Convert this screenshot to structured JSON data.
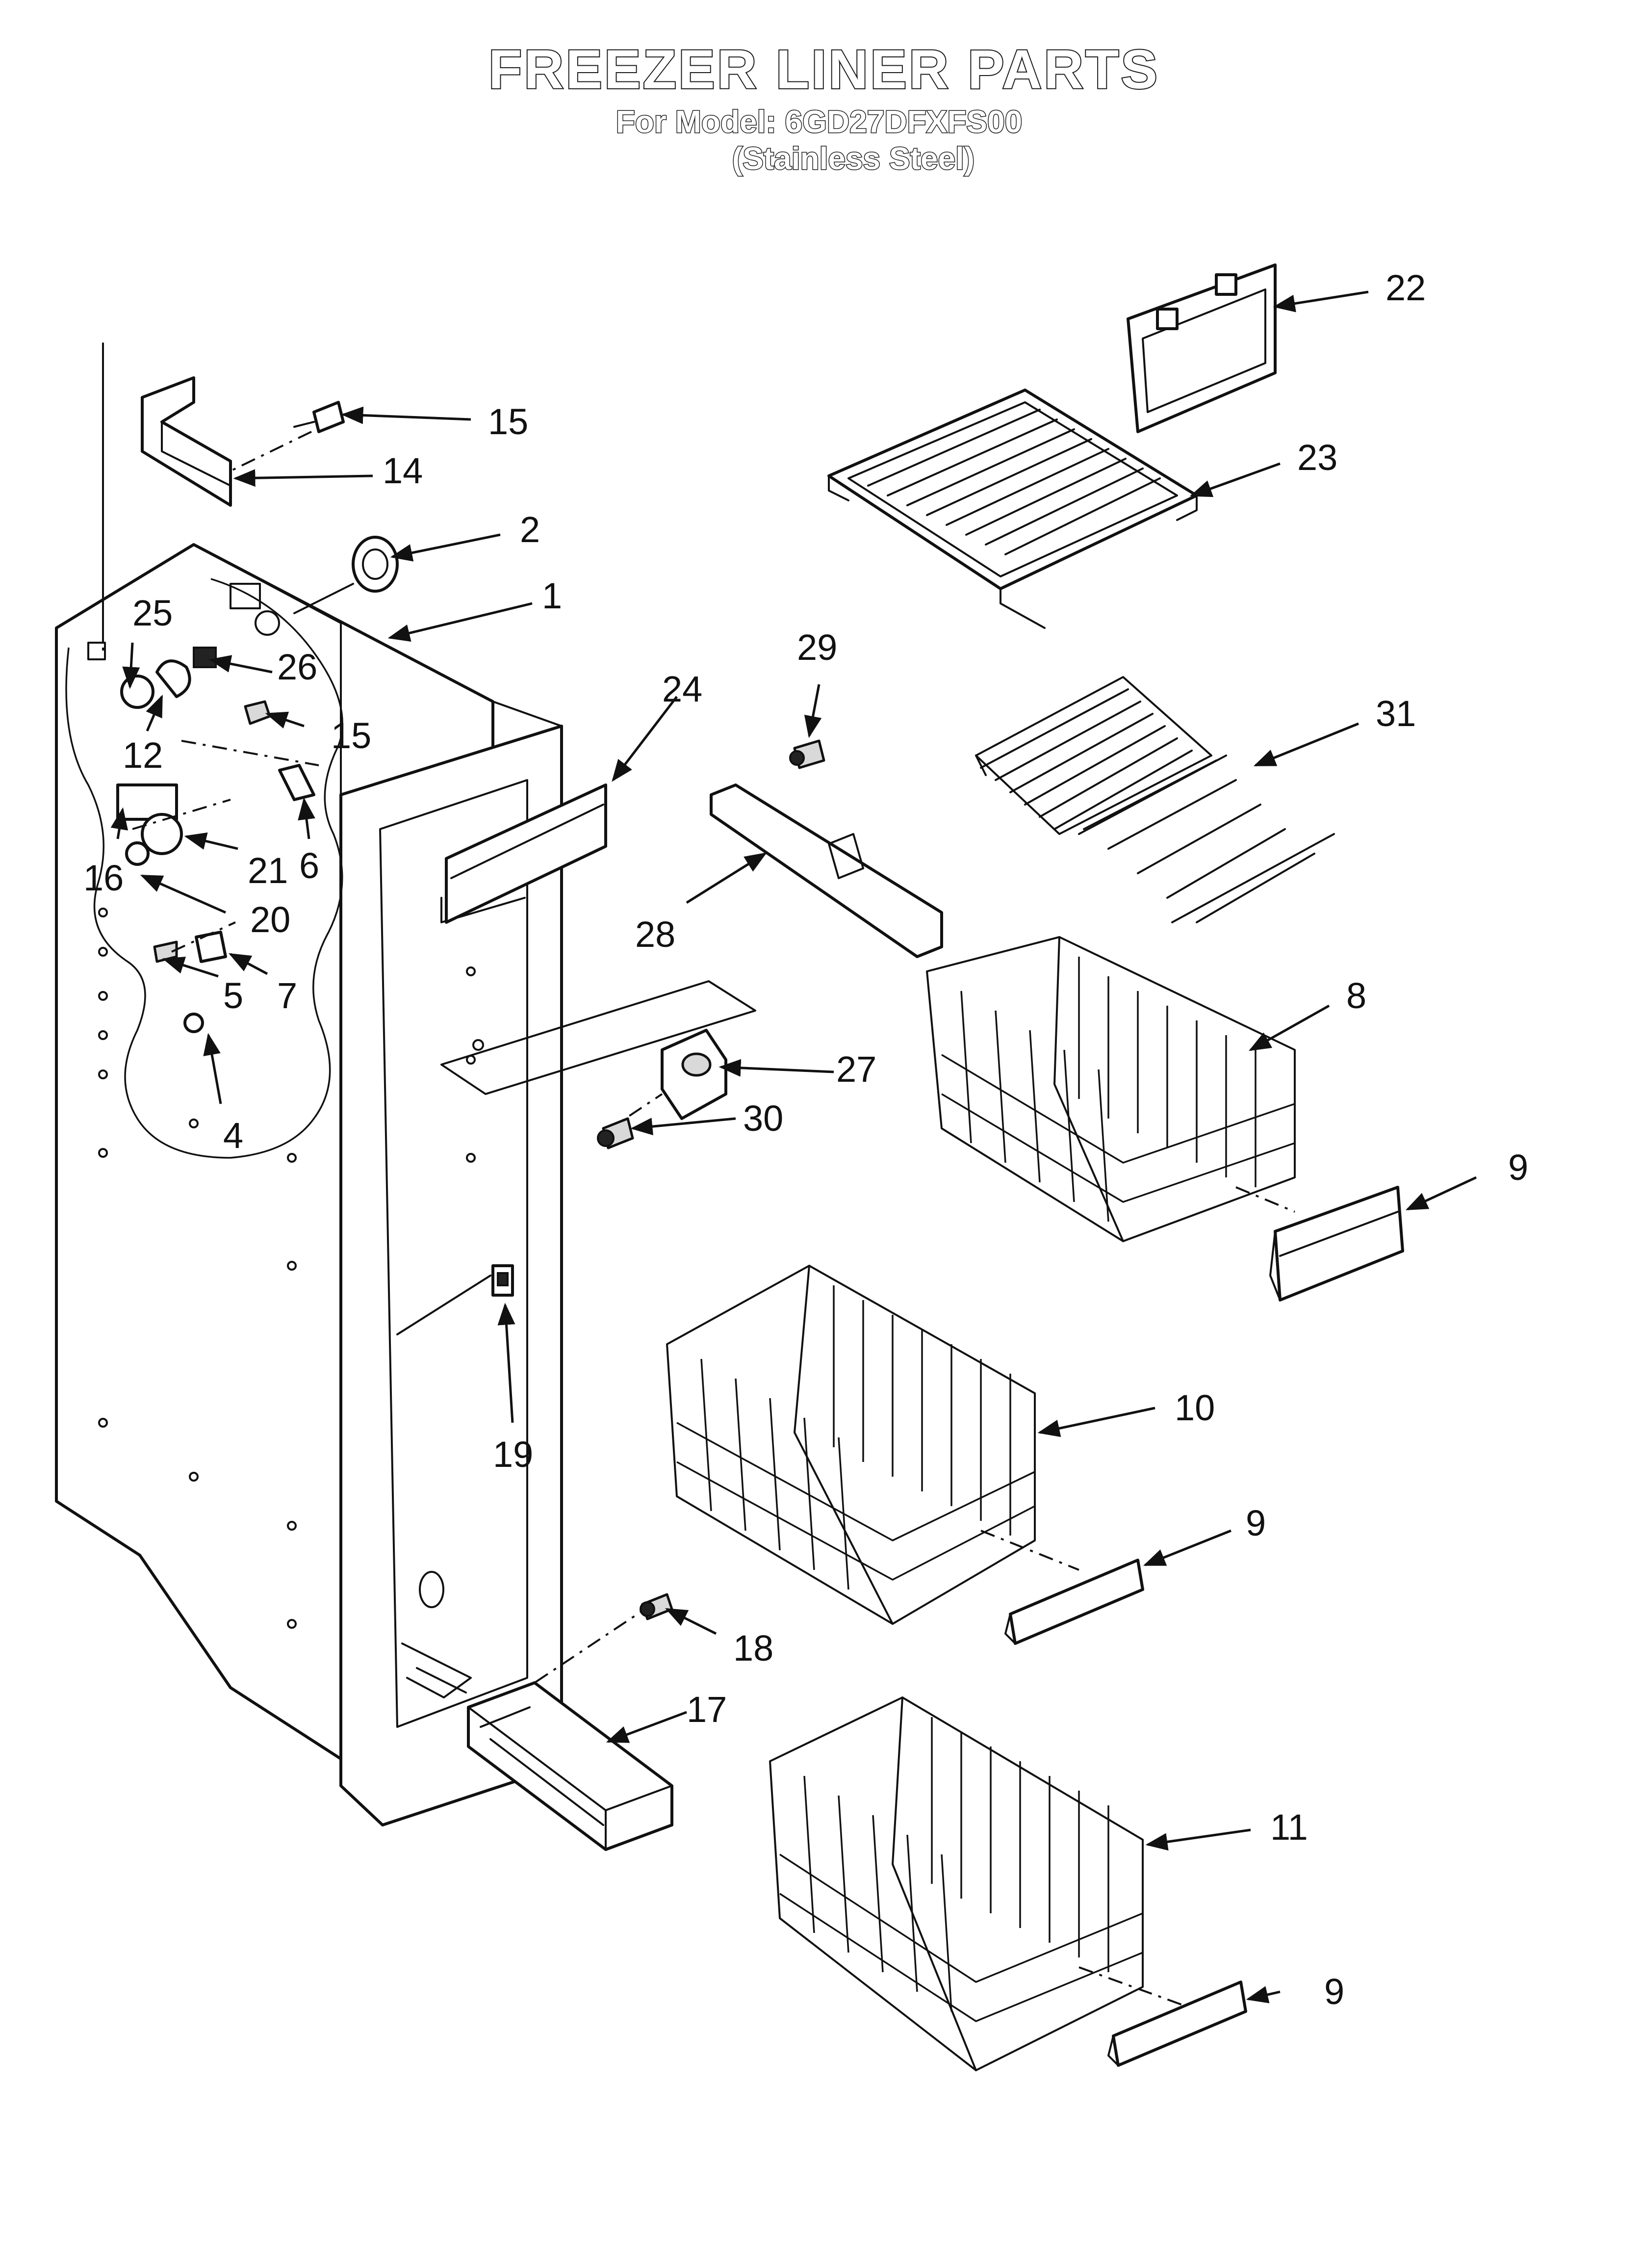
{
  "header": {
    "title": "FREEZER LINER PARTS",
    "model_line": "For Model: 6GD27DFXFS00",
    "finish_line": "(Stainless Steel)"
  },
  "callouts": [
    "1",
    "2",
    "4",
    "5",
    "6",
    "7",
    "8",
    "9",
    "9",
    "9",
    "10",
    "11",
    "12",
    "14",
    "15",
    "15",
    "16",
    "17",
    "18",
    "19",
    "20",
    "21",
    "22",
    "23",
    "24",
    "25",
    "26",
    "27",
    "28",
    "29",
    "30",
    "31"
  ]
}
